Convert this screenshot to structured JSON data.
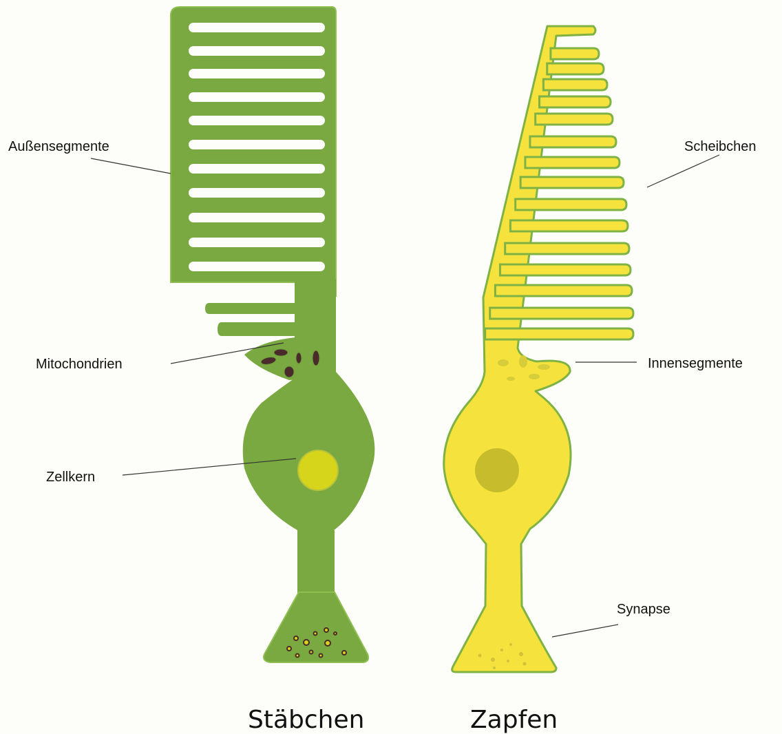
{
  "labels": {
    "outer_segment": "Außensegmente",
    "mitochondria": "Mitochondrien",
    "nucleus": "Zellkern",
    "discs": "Scheibchen",
    "inner_segment": "Innensegmente",
    "synapse": "Synapse"
  },
  "titles": {
    "rod": "Stäbchen",
    "cone": "Zapfen"
  },
  "colors": {
    "rod_fill": "#79a940",
    "rod_stroke": "#8fbf52",
    "rod_nucleus": "#d6d51c",
    "mitochondria": "#4a2a2a",
    "cone_fill": "#f5e23c",
    "cone_stroke": "#7fb244",
    "cone_nucleus": "#c7bd2c",
    "background": "#fdfdf9"
  }
}
